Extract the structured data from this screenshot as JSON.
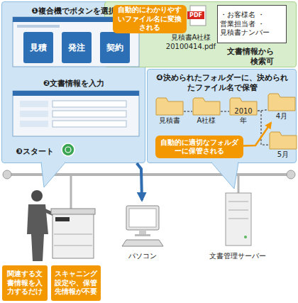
{
  "diagram": {
    "nodes": [
      {
        "text": [
          "❶複合機でボタンを選択",
          "❷文書情報を入力",
          "❸スタート"
        ]
      },
      {
        "text": [
          "見積"
        ],
        "in": 0
      },
      {
        "text": [
          "発注"
        ],
        "in": 0
      },
      {
        "text": [
          "契約"
        ],
        "in": 0
      },
      {
        "text": [
          "見積書A社様 20100414.pdf",
          "文書情報から検索可"
        ]
      },
      {
        "text": [
          "自動的にわかりやすいファイル名に変換される"
        ],
        "in": 4
      },
      {
        "text": [
          "・お客様名 ・営業担当者 ・見積書ナンバー"
        ],
        "in": 4
      },
      {
        "text": [
          "❹決められたフォルダーに、決められたファイル名で保管"
        ]
      },
      {
        "text": [
          "見積書"
        ],
        "in": 7
      },
      {
        "text": [
          "A社様"
        ],
        "in": 7
      },
      {
        "text": [
          "2010年"
        ],
        "in": 7
      },
      {
        "text": [
          "4月"
        ],
        "in": 7
      },
      {
        "text": [
          "5月"
        ],
        "in": 7
      },
      {
        "text": [
          "自動的に適切なフォルダーに保管される"
        ],
        "in": 7
      },
      {
        "text": [
          "パソコン"
        ]
      },
      {
        "text": [
          "文書管理サーバー"
        ]
      },
      {
        "text": [
          "関連する文書情報を入力するだけ"
        ]
      },
      {
        "text": [
          "スキャニング設定や、保管先情報が不要"
        ]
      }
    ],
    "edges": [
      {
        "from": 8,
        "to": 9,
        "arrow": "none"
      },
      {
        "from": 9,
        "to": 10,
        "arrow": "none"
      },
      {
        "from": 10,
        "to": 11,
        "arrow": "none"
      },
      {
        "from": 10,
        "to": 12,
        "arrow": "none"
      },
      {
        "from": 13,
        "to": 11,
        "arrow": "to"
      },
      {
        "from": 0,
        "to": 14,
        "arrow": "to"
      }
    ],
    "labels": [
      "PDF"
    ]
  }
}
